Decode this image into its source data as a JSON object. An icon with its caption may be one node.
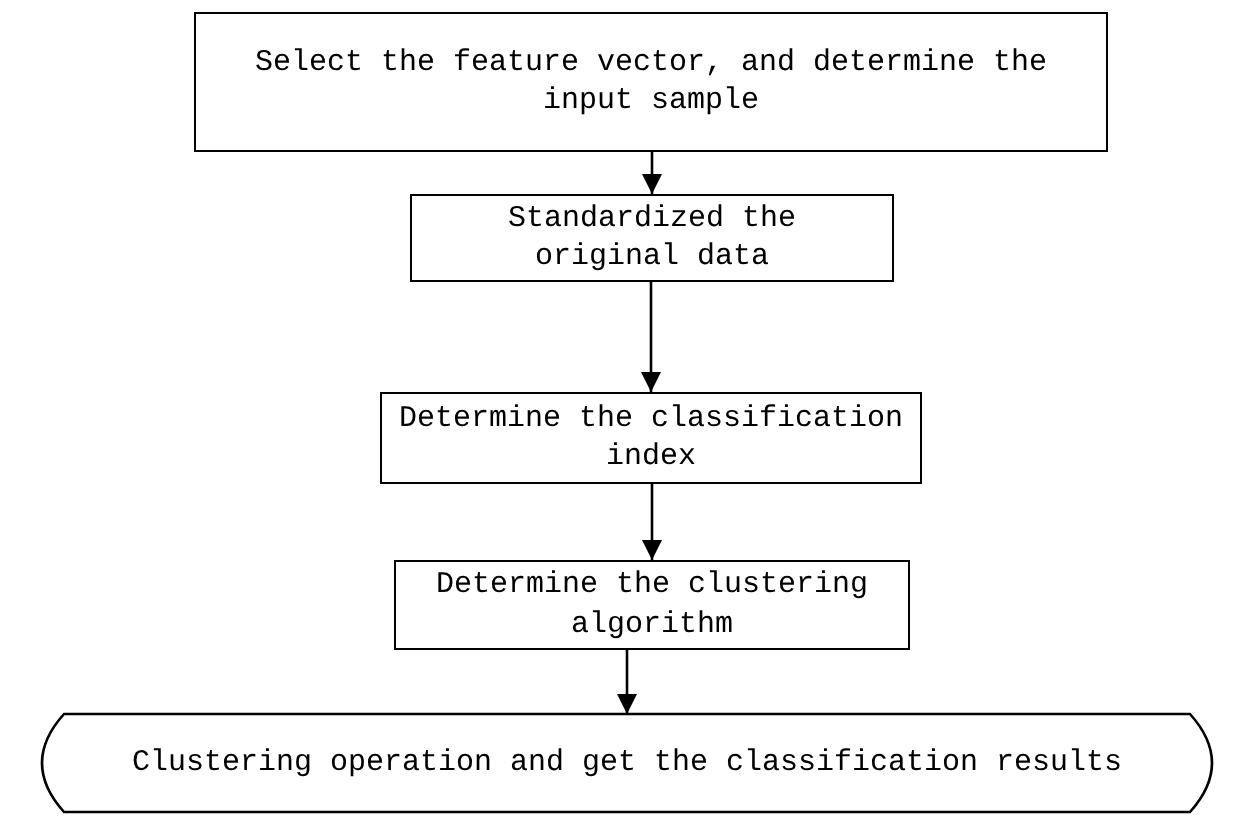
{
  "diagram": {
    "nodes": [
      {
        "text": [
          "Select the feature vector, and determine the input sample"
        ]
      },
      {
        "text": [
          "Standardized the original data"
        ]
      },
      {
        "text": [
          "Determine the classification index"
        ]
      },
      {
        "text": [
          "Determine the clustering algorithm"
        ]
      },
      {
        "text": [
          "Clustering operation and get the classification results"
        ]
      }
    ],
    "edges": [
      {
        "from": 0,
        "to": 1,
        "arrow": "to"
      },
      {
        "from": 1,
        "to": 2,
        "arrow": "to"
      },
      {
        "from": 2,
        "to": 3,
        "arrow": "to"
      },
      {
        "from": 3,
        "to": 4,
        "arrow": "to"
      }
    ]
  }
}
